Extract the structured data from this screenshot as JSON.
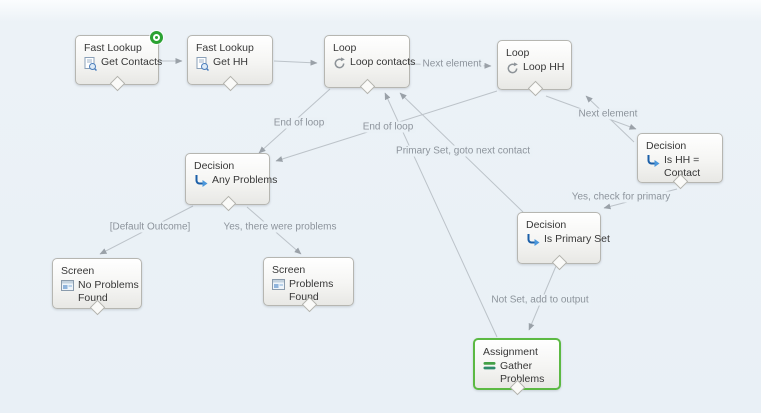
{
  "app": {
    "title": "Flow canvas"
  },
  "colors": {
    "canvas_background": "#eaf1f6",
    "node_border": "#b6b6b1",
    "selected_border": "#5cb943",
    "connector": "#bcc3c9",
    "connector_label": "#8d949c",
    "start_badge": "#2ba232",
    "decision_icon_blue": "#2e77c2",
    "assignment_icon_green": "#43a047"
  },
  "nodes": [
    {
      "id": "get-contacts",
      "type_label": "Fast Lookup",
      "name": "Get Contacts",
      "icon": "fast-lookup-icon",
      "is_start": true,
      "selected": false
    },
    {
      "id": "get-hh",
      "type_label": "Fast Lookup",
      "name": "Get HH",
      "icon": "fast-lookup-icon",
      "is_start": false,
      "selected": false
    },
    {
      "id": "loop-contacts",
      "type_label": "Loop",
      "name": "Loop contacts",
      "icon": "loop-icon",
      "is_start": false,
      "selected": false
    },
    {
      "id": "loop-hh",
      "type_label": "Loop",
      "name": "Loop HH",
      "icon": "loop-icon",
      "is_start": false,
      "selected": false
    },
    {
      "id": "any-problems",
      "type_label": "Decision",
      "name": "Any Problems",
      "icon": "decision-icon",
      "is_start": false,
      "selected": false
    },
    {
      "id": "is-hh-contact",
      "type_label": "Decision",
      "name": "Is HH =\nContact",
      "icon": "decision-icon",
      "is_start": false,
      "selected": false
    },
    {
      "id": "is-primary-set",
      "type_label": "Decision",
      "name": "Is Primary Set",
      "icon": "decision-icon",
      "is_start": false,
      "selected": false
    },
    {
      "id": "no-problems-found",
      "type_label": "Screen",
      "name": "No Problems\nFound",
      "icon": "screen-icon",
      "is_start": false,
      "selected": false
    },
    {
      "id": "problems-found",
      "type_label": "Screen",
      "name": "Problems\nFound",
      "icon": "screen-icon",
      "is_start": false,
      "selected": false
    },
    {
      "id": "gather-problems",
      "type_label": "Assignment",
      "name": "Gather\nProblems",
      "icon": "assignment-icon",
      "is_start": false,
      "selected": true
    }
  ],
  "connectors": [
    {
      "from": "get-contacts",
      "to": "get-hh",
      "label": ""
    },
    {
      "from": "get-hh",
      "to": "loop-contacts",
      "label": ""
    },
    {
      "from": "loop-contacts",
      "to": "loop-hh",
      "label": "Next element"
    },
    {
      "from": "loop-contacts",
      "to": "any-problems",
      "label": "End of loop"
    },
    {
      "from": "loop-hh",
      "to": "any-problems",
      "label": "End of loop"
    },
    {
      "from": "loop-hh",
      "to": "is-hh-contact",
      "label": "Next element"
    },
    {
      "from": "is-hh-contact",
      "to": "loop-hh",
      "label": ""
    },
    {
      "from": "is-hh-contact",
      "to": "is-primary-set",
      "label": "Yes, check for primary"
    },
    {
      "from": "any-problems",
      "to": "no-problems-found",
      "label": "[Default Outcome]"
    },
    {
      "from": "any-problems",
      "to": "problems-found",
      "label": "Yes, there were problems"
    },
    {
      "from": "is-primary-set",
      "to": "loop-contacts",
      "label": "Primary Set, goto next contact"
    },
    {
      "from": "is-primary-set",
      "to": "gather-problems",
      "label": "Not Set, add to output"
    },
    {
      "from": "gather-problems",
      "to": "loop-contacts",
      "label": ""
    }
  ]
}
